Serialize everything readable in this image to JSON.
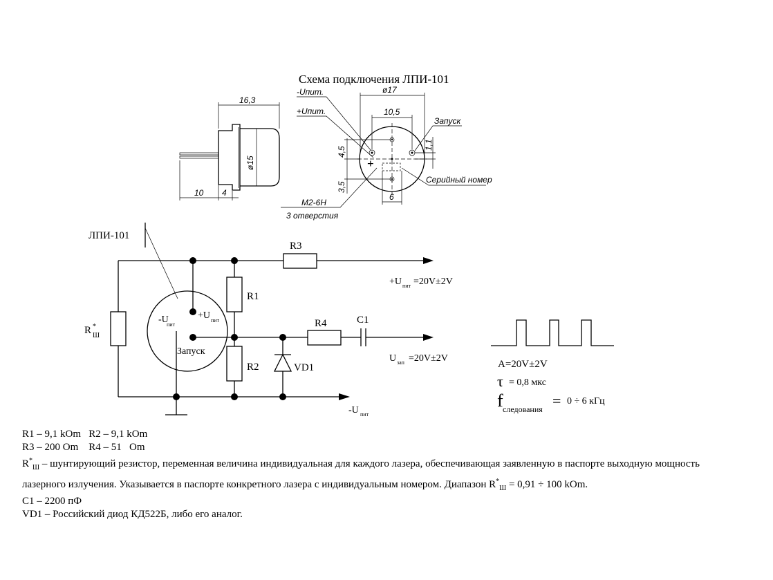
{
  "drawing": {
    "title": "Схема подключения ЛПИ-101",
    "dims": {
      "length": "16,3",
      "diameter": "ø15",
      "lead": "10",
      "flange": "4",
      "outer": "ø17",
      "pitch": "10,5",
      "v_offset": "4,5",
      "v_offset2": "3,5",
      "h_offset": "6",
      "top_gap": "1,1"
    },
    "labels": {
      "minus_supply": "-Uпит.",
      "plus_supply": "+Uпит.",
      "trigger": "Запуск",
      "serial": "Серийный номер",
      "thread": "М2-6Н",
      "holes": "3 отверстия",
      "plus_sign": "+"
    }
  },
  "schematic": {
    "device": "ЛПИ-101",
    "r_shunt": "R",
    "r_shunt_star": "*",
    "r_shunt_sub": "Ш",
    "r1": "R1",
    "r2": "R2",
    "r3": "R3",
    "r4": "R4",
    "c1": "C1",
    "vd1": "VD1",
    "pin_minus": "-U",
    "pin_minus_sub": "пит",
    "pin_plus": "+U",
    "pin_plus_sub": "пит",
    "pin_trigger": "Запуск",
    "out_supply_pre": "+U",
    "out_supply_sub": "пит",
    "out_supply_val": "=20V±2V",
    "out_trigger_pre": "U",
    "out_trigger_sub": "зап",
    "out_trigger_val": "=20V±2V",
    "out_ground_pre": "-U",
    "out_ground_sub": "пит"
  },
  "pulse": {
    "amplitude": "A=20V±2V",
    "tau_symbol": "τ",
    "tau_val": "= 0,8 мкс",
    "f_symbol": "f",
    "f_sub": "следования",
    "f_eq": "=",
    "f_val": "0 ÷ 6 кГц"
  },
  "notes": {
    "line1": "R1 – 9,1 kOm   R2 – 9,1 kOm",
    "line2": "R3 – 200 Om    R4 – 51   Om",
    "line3_r": "R",
    "line3_star": "*",
    "line3_sub": "Ш",
    "line3_text": " – шунтирующий резистор, переменная величина индивидуальная для каждого лазера, обеспечивающая заявленную в паспорте выходную мощность",
    "line4_text": "лазерного излучения. Указывается в паспорте конкретного лазера с индивидуальным номером. Диапазон R",
    "line4_star": "*",
    "line4_sub": "Ш",
    "line4_tail": " = 0,91 ÷ 100 kOm.",
    "line5": "C1 – 2200 пФ",
    "line6": "VD1 – Российский диод КД522Б, либо его аналог."
  }
}
